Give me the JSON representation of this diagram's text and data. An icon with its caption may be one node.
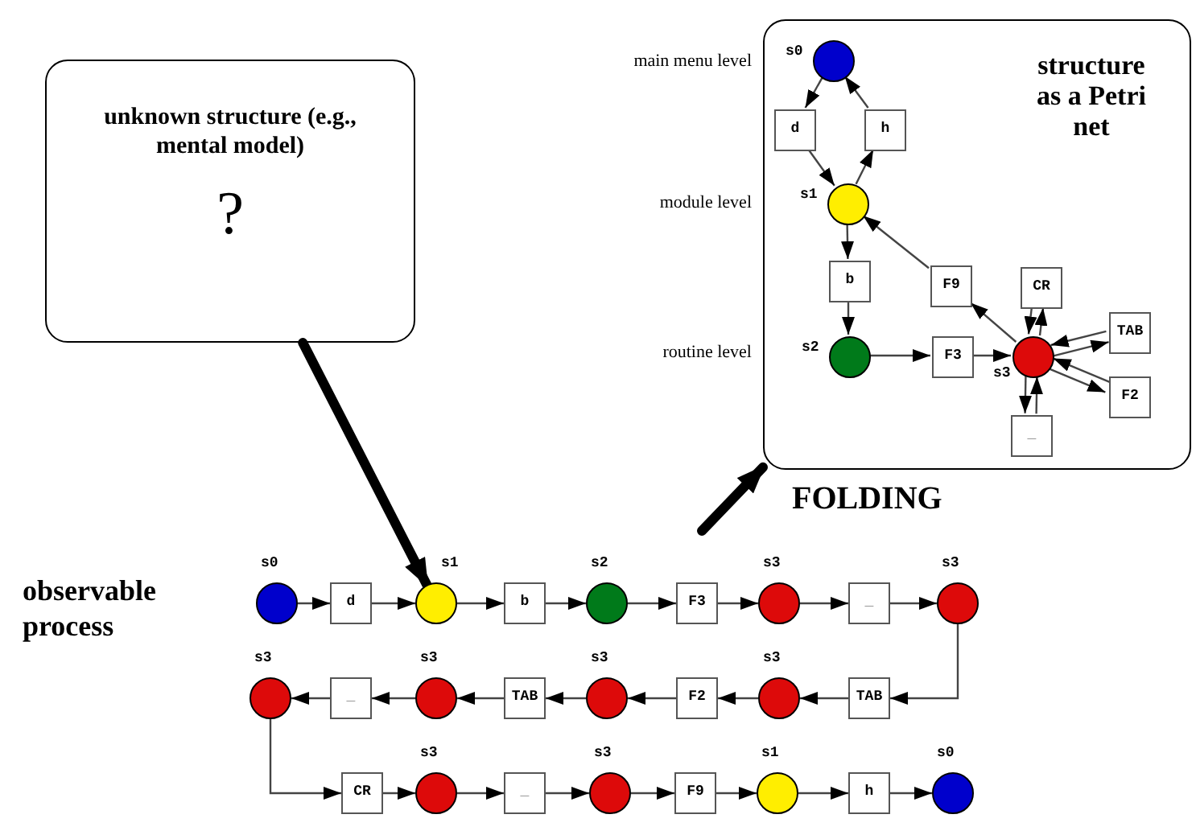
{
  "diagram": {
    "nodes": [
      {
        "text": [
          "unknown structure (e.g., mental model)",
          "?"
        ]
      },
      {
        "text": [
          "structure as a Petri net"
        ]
      },
      {
        "text": [],
        "shape": "circle",
        "in": 1,
        "beside": [
          "s0"
        ]
      },
      {
        "text": [
          "d"
        ],
        "in": 1
      },
      {
        "text": [
          "h"
        ],
        "in": 1
      },
      {
        "text": [],
        "shape": "circle",
        "in": 1,
        "beside": [
          "s1"
        ]
      },
      {
        "text": [
          "b"
        ],
        "in": 1
      },
      {
        "text": [
          "F9"
        ],
        "in": 1
      },
      {
        "text": [
          "CR"
        ],
        "in": 1
      },
      {
        "text": [
          "TAB"
        ],
        "in": 1
      },
      {
        "text": [],
        "shape": "circle",
        "in": 1,
        "beside": [
          "s2"
        ]
      },
      {
        "text": [
          "F3"
        ],
        "in": 1
      },
      {
        "text": [],
        "shape": "circle",
        "in": 1,
        "beside": [
          "s3"
        ]
      },
      {
        "text": [
          "F2"
        ],
        "in": 1
      },
      {
        "text": [
          "_"
        ],
        "in": 1
      },
      {
        "text": [],
        "shape": "circle",
        "beside": [
          "s0"
        ]
      },
      {
        "text": [
          "d"
        ]
      },
      {
        "text": [],
        "shape": "circle",
        "beside": [
          "s1"
        ]
      },
      {
        "text": [
          "b"
        ]
      },
      {
        "text": [],
        "shape": "circle",
        "beside": [
          "s2"
        ]
      },
      {
        "text": [
          "F3"
        ]
      },
      {
        "text": [],
        "shape": "circle",
        "beside": [
          "s3"
        ]
      },
      {
        "text": [
          "_"
        ]
      },
      {
        "text": [],
        "shape": "circle",
        "beside": [
          "s3"
        ]
      },
      {
        "text": [
          "TAB"
        ]
      },
      {
        "text": [],
        "shape": "circle",
        "beside": [
          "s3"
        ]
      },
      {
        "text": [
          "F2"
        ]
      },
      {
        "text": [],
        "shape": "circle",
        "beside": [
          "s3"
        ]
      },
      {
        "text": [
          "TAB"
        ]
      },
      {
        "text": [],
        "shape": "circle",
        "beside": [
          "s3"
        ]
      },
      {
        "text": [
          "_"
        ]
      },
      {
        "text": [],
        "shape": "circle",
        "beside": [
          "s3"
        ]
      },
      {
        "text": [
          "CR"
        ]
      },
      {
        "text": [],
        "shape": "circle",
        "beside": [
          "s3"
        ]
      },
      {
        "text": [
          "_"
        ]
      },
      {
        "text": [],
        "shape": "circle",
        "beside": [
          "s3"
        ]
      },
      {
        "text": [
          "F9"
        ]
      },
      {
        "text": [],
        "shape": "circle",
        "beside": [
          "s1"
        ]
      },
      {
        "text": [
          "h"
        ]
      },
      {
        "text": [],
        "shape": "circle",
        "beside": [
          "s0"
        ]
      }
    ],
    "edges": [
      {
        "from": 2,
        "to": 3,
        "arrow": "to"
      },
      {
        "from": 3,
        "to": 5,
        "arrow": "to"
      },
      {
        "from": 5,
        "to": 4,
        "arrow": "to"
      },
      {
        "from": 4,
        "to": 2,
        "arrow": "to"
      },
      {
        "from": 5,
        "to": 6,
        "arrow": "to"
      },
      {
        "from": 6,
        "to": 10,
        "arrow": "to"
      },
      {
        "from": 10,
        "to": 11,
        "arrow": "to"
      },
      {
        "from": 11,
        "to": 12,
        "arrow": "to"
      },
      {
        "from": 12,
        "to": 7,
        "arrow": "to"
      },
      {
        "from": 7,
        "to": 5,
        "arrow": "to"
      },
      {
        "from": 12,
        "to": 8,
        "arrow": "to"
      },
      {
        "from": 8,
        "to": 12,
        "arrow": "to"
      },
      {
        "from": 12,
        "to": 9,
        "arrow": "to"
      },
      {
        "from": 9,
        "to": 12,
        "arrow": "to"
      },
      {
        "from": 12,
        "to": 13,
        "arrow": "to"
      },
      {
        "from": 13,
        "to": 12,
        "arrow": "to"
      },
      {
        "from": 12,
        "to": 14,
        "arrow": "to"
      },
      {
        "from": 14,
        "to": 12,
        "arrow": "to"
      },
      {
        "from": 15,
        "to": 16,
        "arrow": "to"
      },
      {
        "from": 16,
        "to": 17,
        "arrow": "to"
      },
      {
        "from": 17,
        "to": 18,
        "arrow": "to"
      },
      {
        "from": 18,
        "to": 19,
        "arrow": "to"
      },
      {
        "from": 19,
        "to": 20,
        "arrow": "to"
      },
      {
        "from": 20,
        "to": 21,
        "arrow": "to"
      },
      {
        "from": 21,
        "to": 22,
        "arrow": "to"
      },
      {
        "from": 22,
        "to": 23,
        "arrow": "to"
      },
      {
        "from": 23,
        "to": 24,
        "arrow": "to"
      },
      {
        "from": 24,
        "to": 25,
        "arrow": "to"
      },
      {
        "from": 25,
        "to": 26,
        "arrow": "to"
      },
      {
        "from": 26,
        "to": 27,
        "arrow": "to"
      },
      {
        "from": 27,
        "to": 28,
        "arrow": "to"
      },
      {
        "from": 28,
        "to": 29,
        "arrow": "to"
      },
      {
        "from": 29,
        "to": 30,
        "arrow": "to"
      },
      {
        "from": 30,
        "to": 31,
        "arrow": "to"
      },
      {
        "from": 31,
        "to": 32,
        "arrow": "to"
      },
      {
        "from": 32,
        "to": 33,
        "arrow": "to"
      },
      {
        "from": 33,
        "to": 34,
        "arrow": "to"
      },
      {
        "from": 34,
        "to": 35,
        "arrow": "to"
      },
      {
        "from": 35,
        "to": 36,
        "arrow": "to"
      },
      {
        "from": 36,
        "to": 37,
        "arrow": "to"
      },
      {
        "from": 37,
        "to": 38,
        "arrow": "to"
      },
      {
        "from": 38,
        "to": 39,
        "arrow": "to"
      },
      {
        "from": 0,
        "to": 17,
        "arrow": "to",
        "style": "thick"
      },
      {
        "from": null,
        "to": 1,
        "arrow": "to",
        "style": "thick"
      }
    ],
    "labels": [
      "main menu level",
      "module level",
      "routine level",
      "FOLDING",
      "observable process"
    ]
  }
}
